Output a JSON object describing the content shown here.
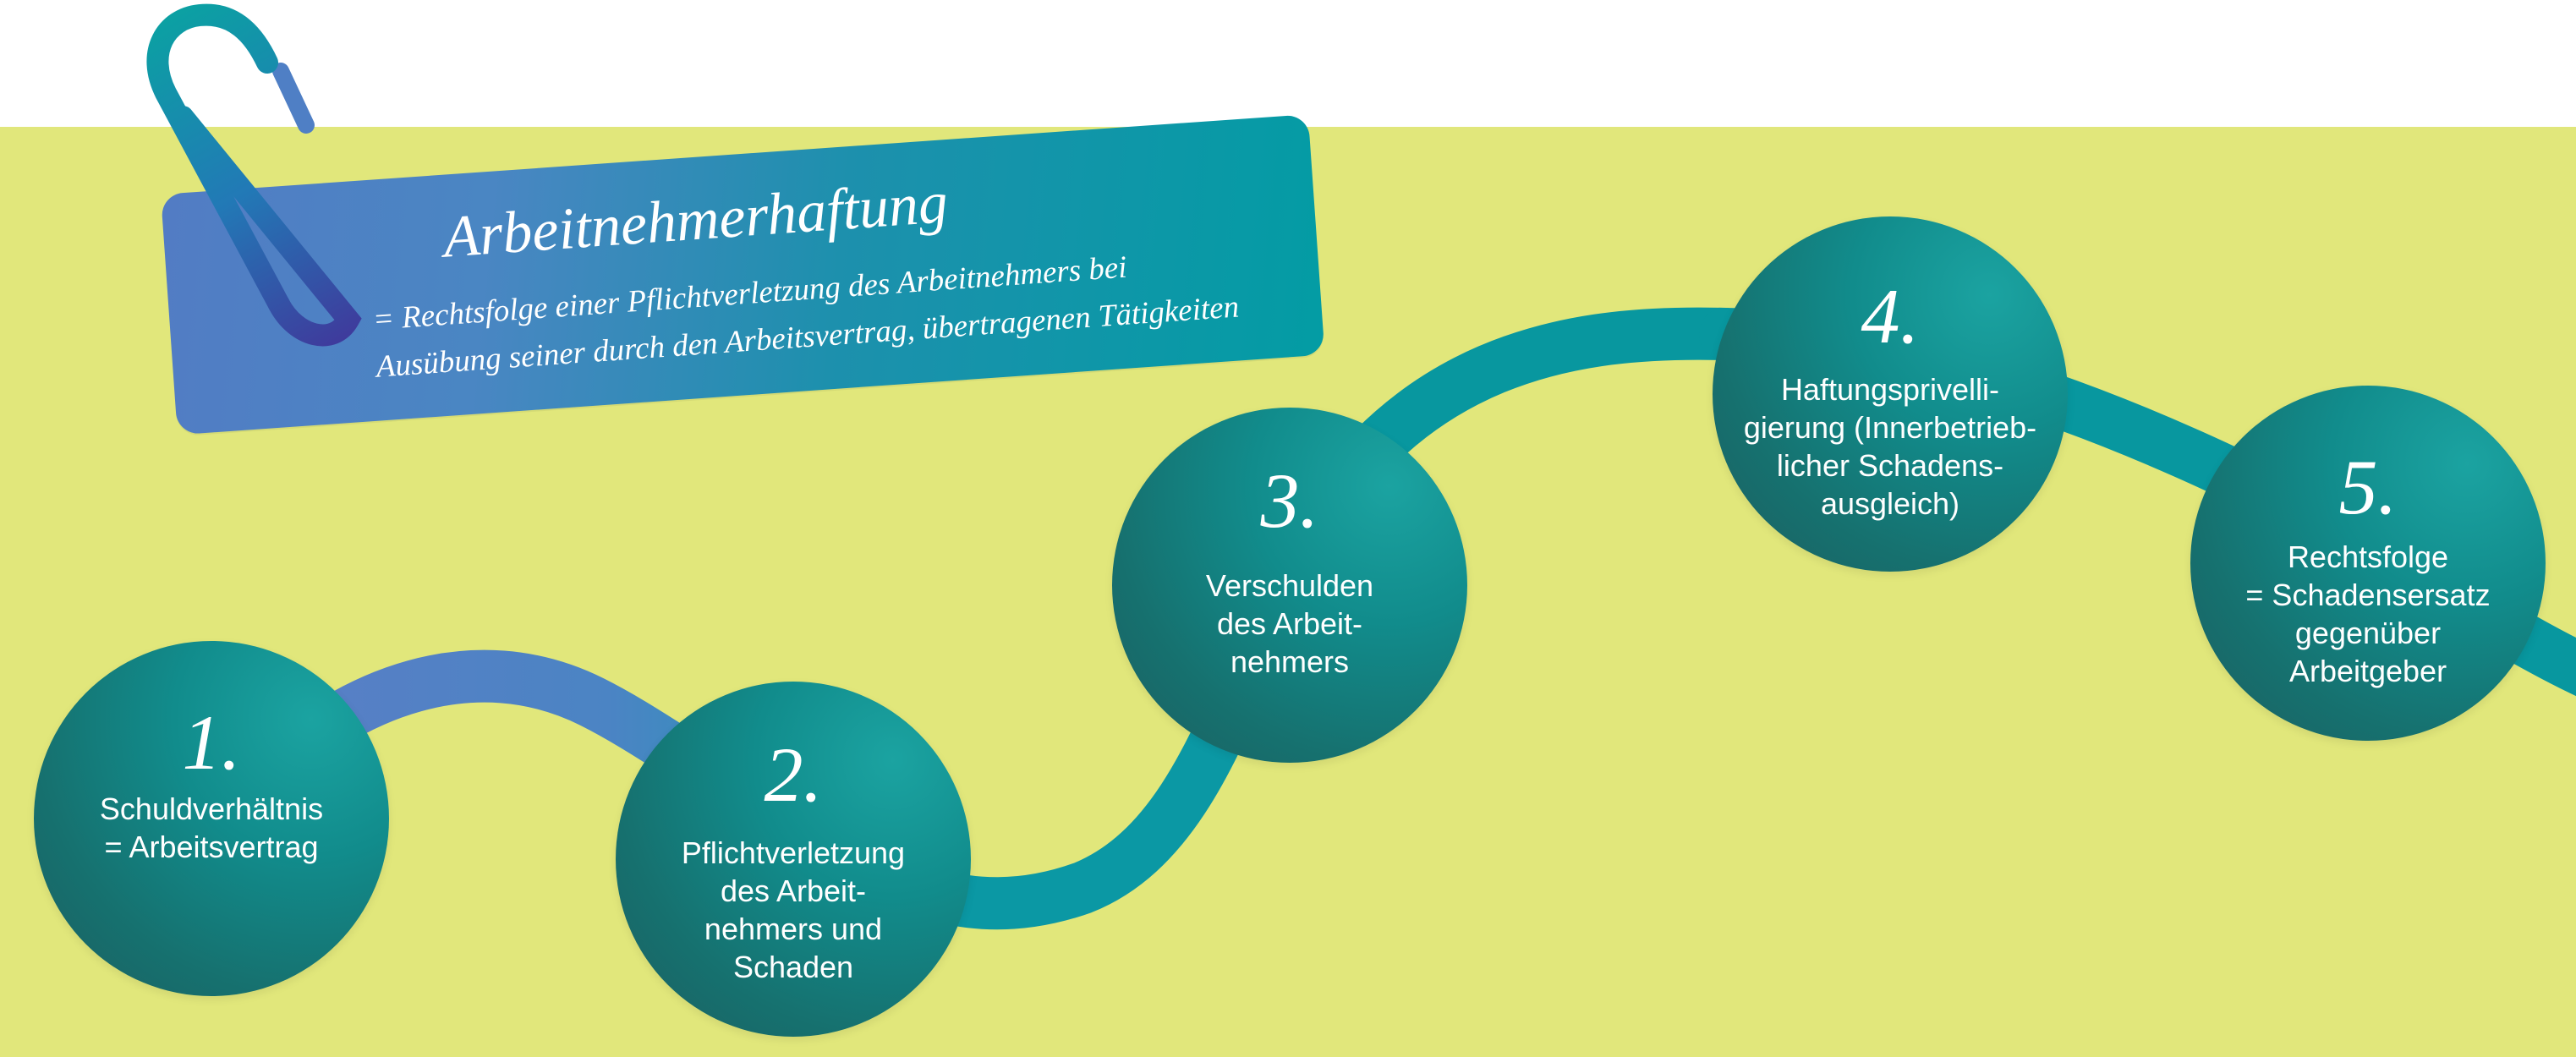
{
  "colors": {
    "background_top": "#ffffff",
    "background_main": "#e1e77b",
    "path_teal": "#08989f",
    "path_blue": "#4f7fc5",
    "circle_dark": "#1b5f62",
    "circle_mid": "#0f8c8d",
    "circle_light": "#1aa6a3",
    "clip_blue": "#3f3f9b",
    "clip_teal": "#08a0a2"
  },
  "header": {
    "title": "Arbeitnehmerhaftung",
    "subtitle_line1": "= Rechtsfolge einer Pflichtverletzung des Arbeitnehmers bei",
    "subtitle_line2": "Ausübung seiner durch den Arbeitsvertrag, übertragenen Tätigkeiten"
  },
  "icons": {
    "paperclip": "paperclip-icon"
  },
  "steps": [
    {
      "number": "1.",
      "label": "Schuldverhältnis\n= Arbeitsvertrag"
    },
    {
      "number": "2.",
      "label": "Pflichtverletzung\ndes Arbeit-\nnehmers und\nSchaden"
    },
    {
      "number": "3.",
      "label": "Verschulden\ndes Arbeit-\nnehmers"
    },
    {
      "number": "4.",
      "label": "Haftungsprivelli-\ngierung (Innerbetrieb-\nlicher Schadens-\nausgleich)"
    },
    {
      "number": "5.",
      "label": "Rechtsfolge\n= Schadensersatz\ngegenüber\nArbeitgeber"
    }
  ]
}
